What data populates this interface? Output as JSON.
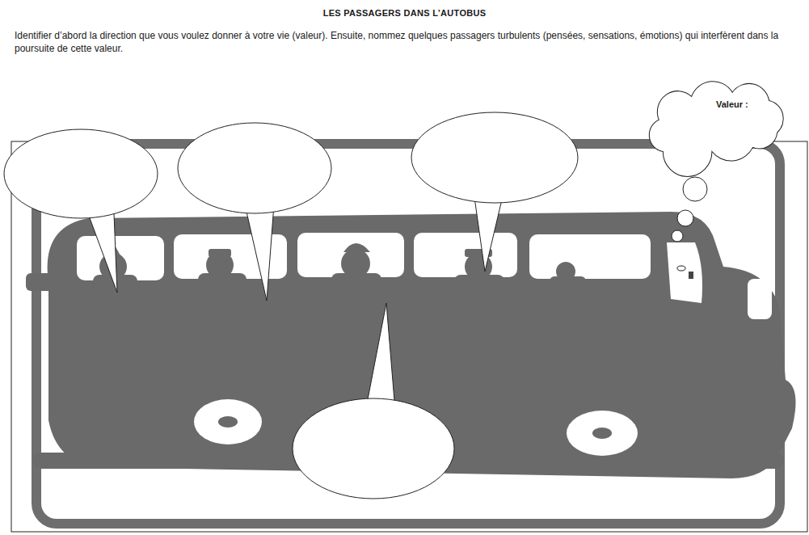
{
  "diagram": {
    "title": "LES PASSAGERS DANS L’AUTOBUS",
    "nodes": [
      {
        "text": [
          "Valeur :"
        ]
      }
    ],
    "labels": [
      "Identifier d’abord la direction que vous voulez donner à votre vie (valeur). Ensuite, nommez quelques passagers turbulents (pensées, sensations, émotions) qui interfèrent dans la poursuite de cette valeur."
    ]
  }
}
